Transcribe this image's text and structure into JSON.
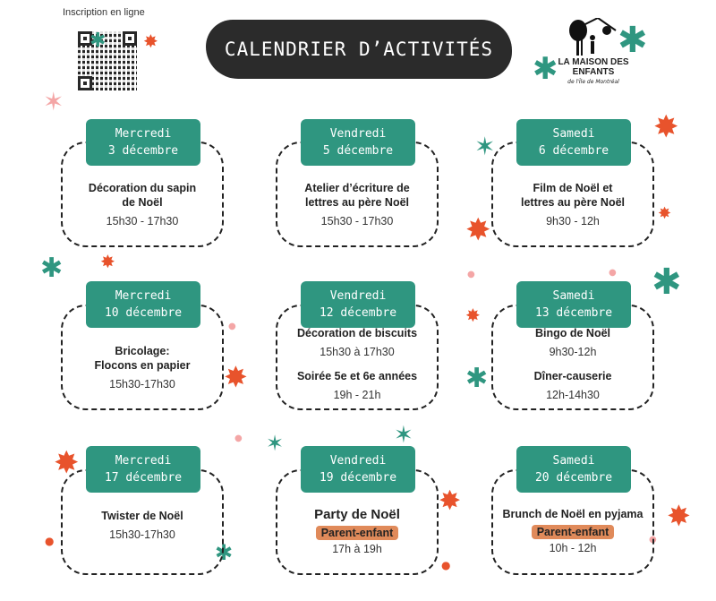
{
  "header": {
    "registration_label": "Inscription en ligne",
    "title": "CALENDRIER D’ACTIVITÉS",
    "logo_text": "LA MAISON DES ENFANTS",
    "logo_subtext": "de l'Île de Montréal"
  },
  "colors": {
    "tab": "#2f9680",
    "badge": "#e08a5a",
    "title_bg": "#2b2b2b",
    "accent_red": "#e8532c"
  },
  "events": [
    {
      "day": "Mercredi",
      "date": "3 décembre",
      "lines": [
        "Décoration du sapin",
        "de Noël"
      ],
      "time": "15h30 - 17h30"
    },
    {
      "day": "Vendredi",
      "date": "5 décembre",
      "lines": [
        "Atelier d’écriture de",
        "lettres au père Noël"
      ],
      "time": "15h30 - 17h30"
    },
    {
      "day": "Samedi",
      "date": "6 décembre",
      "lines": [
        "Film de Noël et",
        "lettres au père Noël"
      ],
      "time": "9h30 - 12h"
    },
    {
      "day": "Mercredi",
      "date": "10 décembre",
      "lines": [
        "Bricolage:",
        "Flocons en papier"
      ],
      "time": "15h30-17h30"
    },
    {
      "day": "Vendredi",
      "date": "12 décembre",
      "lines": [
        "Décoration de biscuits"
      ],
      "time": "15h30 à 17h30",
      "lines2": [
        "Soirée 5e et 6e années"
      ],
      "time2": "19h - 21h"
    },
    {
      "day": "Samedi",
      "date": "13 décembre",
      "lines": [
        "Bingo de Noël"
      ],
      "time": "9h30-12h",
      "lines2": [
        "Dîner-causerie"
      ],
      "time2": "12h-14h30"
    },
    {
      "day": "Mercredi",
      "date": "17 décembre",
      "lines": [
        "Twister de Noël"
      ],
      "time": "15h30-17h30"
    },
    {
      "day": "Vendredi",
      "date": "19 décembre",
      "lines": [
        "Party de Noël"
      ],
      "badge": "Parent-enfant",
      "time": "17h à 19h"
    },
    {
      "day": "Samedi",
      "date": "20 décembre",
      "lines": [
        "Brunch de Noël en pyjama"
      ],
      "badge": "Parent-enfant",
      "time": "10h - 12h"
    }
  ]
}
